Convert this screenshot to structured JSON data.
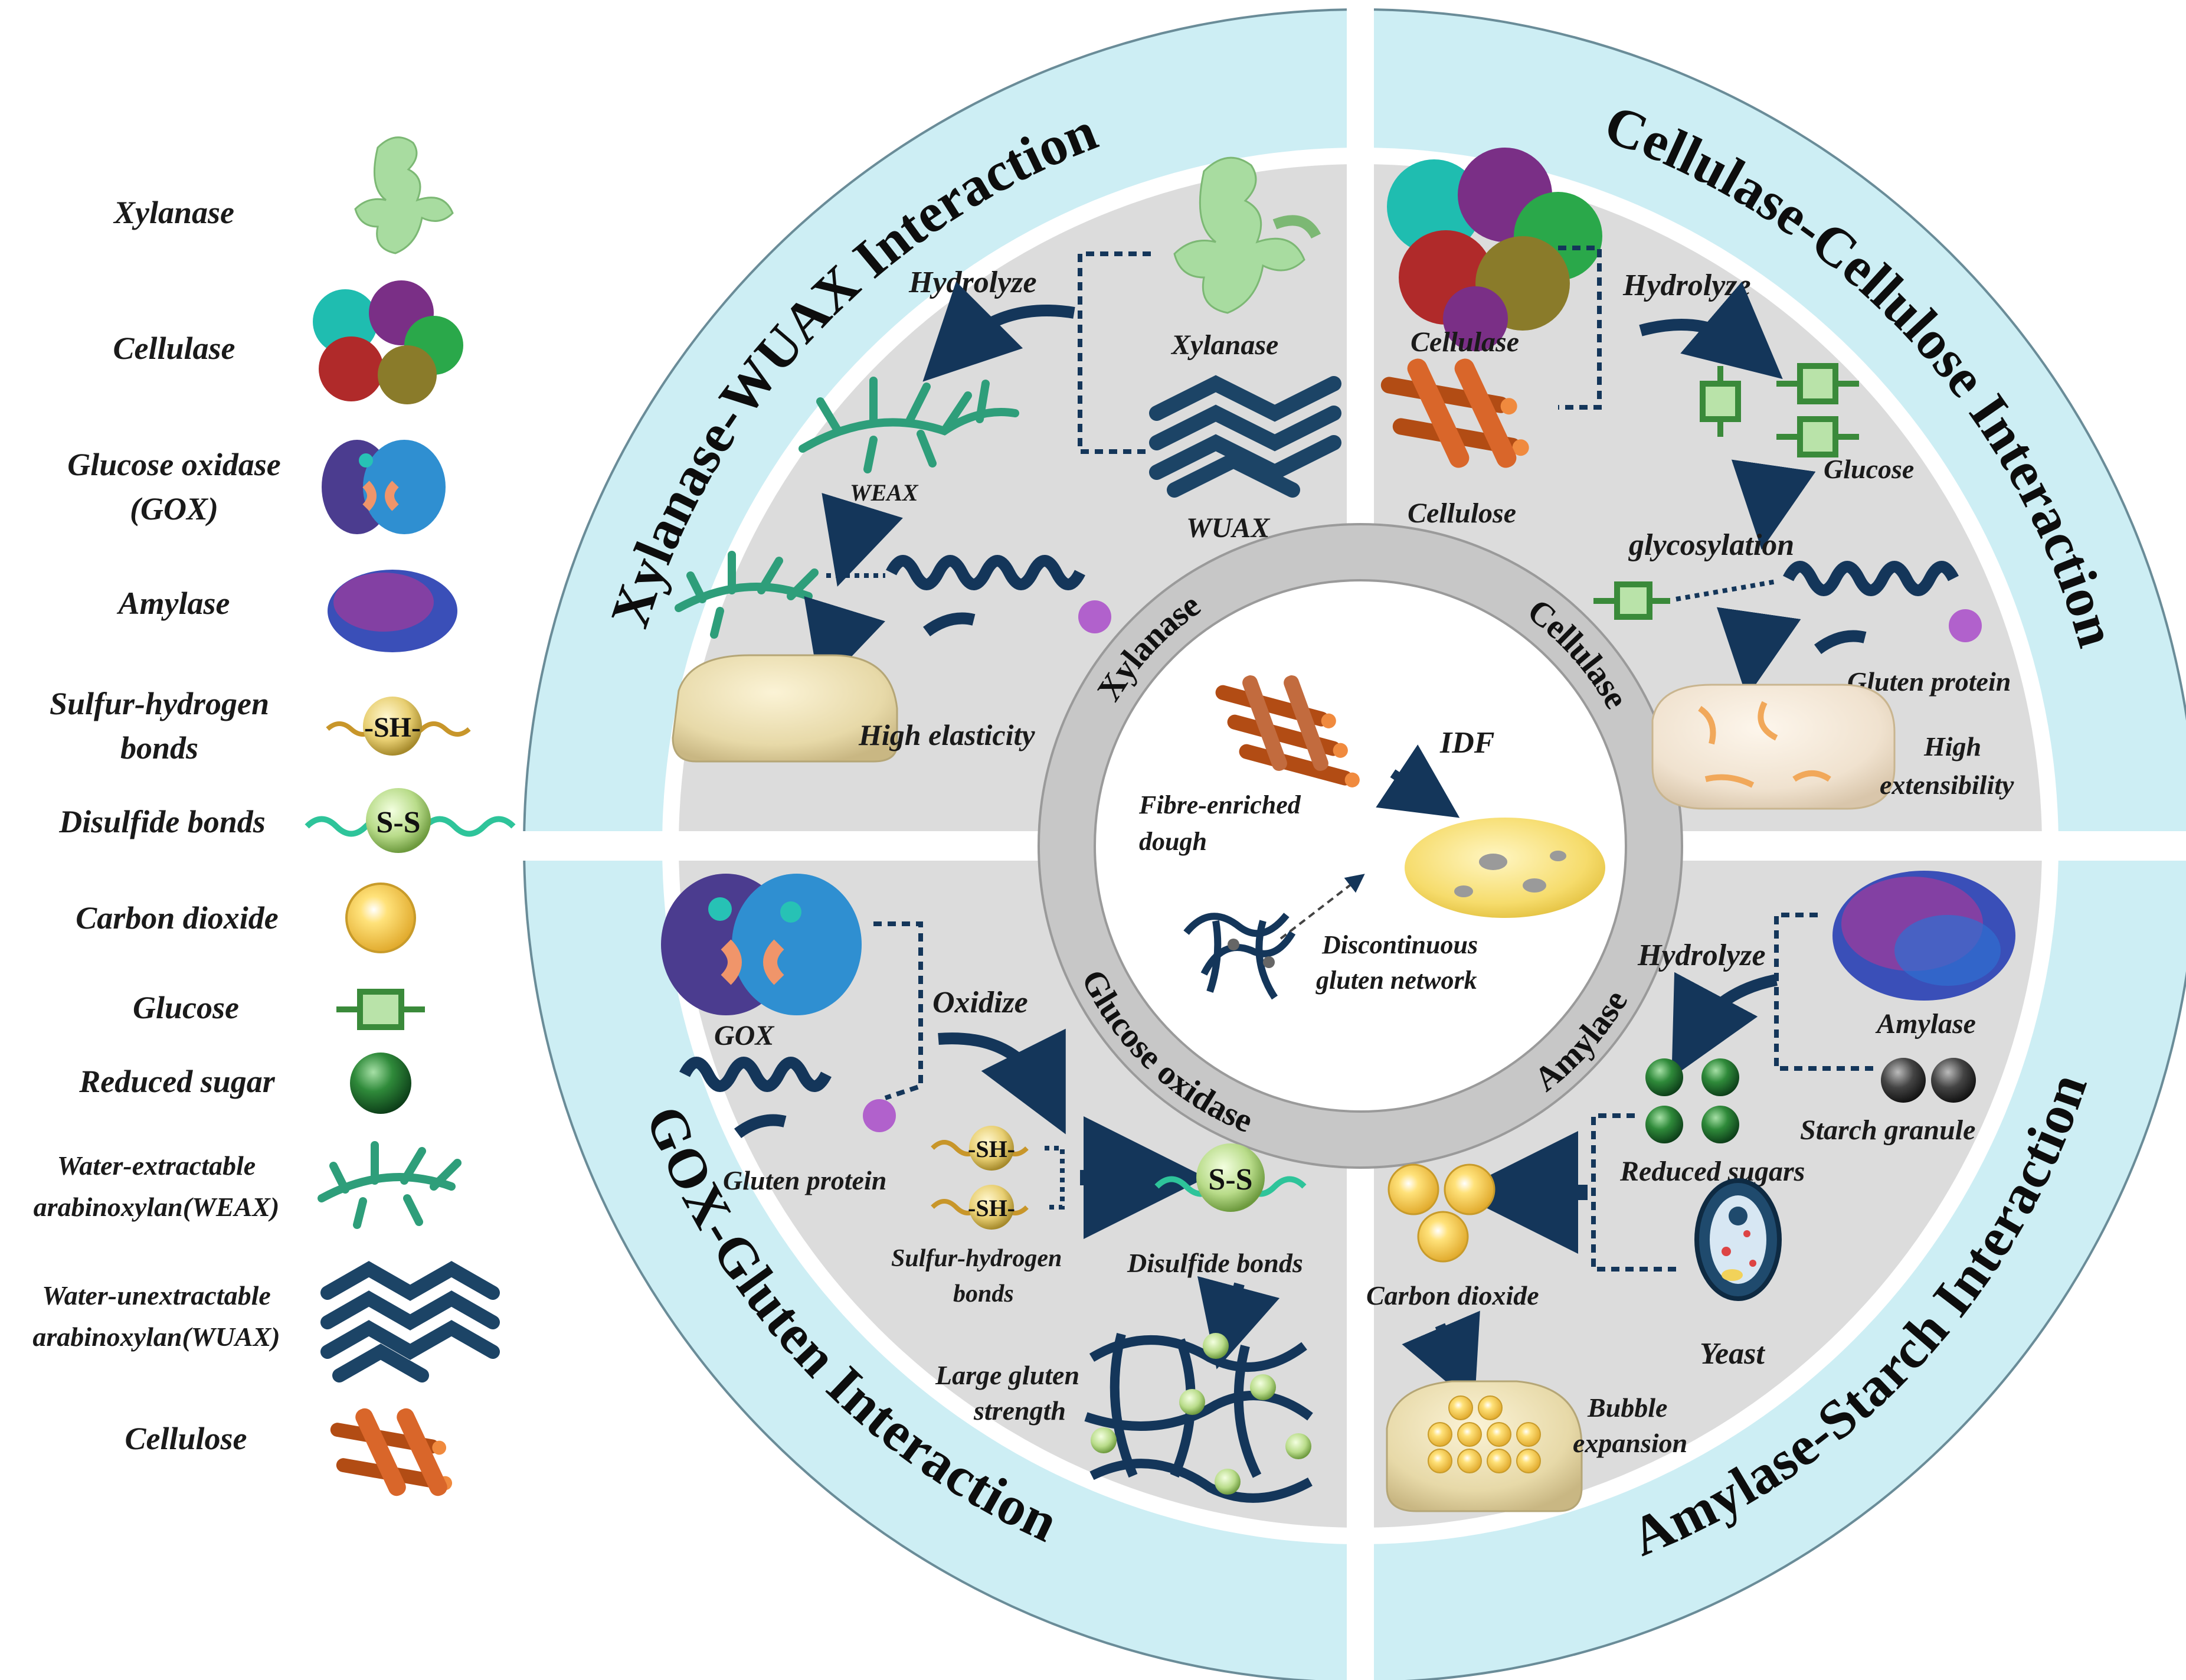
{
  "legend": [
    {
      "key": "xylanase",
      "lines": [
        "Xylanase"
      ],
      "icon": "xylanase-icon"
    },
    {
      "key": "cellulase",
      "lines": [
        "Cellulase"
      ],
      "icon": "cellulase-icon"
    },
    {
      "key": "gox",
      "lines": [
        "Glucose oxidase",
        "(GOX)"
      ],
      "icon": "glucose-oxidase-icon"
    },
    {
      "key": "amylase",
      "lines": [
        "Amylase"
      ],
      "icon": "amylase-icon"
    },
    {
      "key": "sh",
      "lines": [
        "Sulfur-hydrogen",
        "bonds"
      ],
      "icon": "sulfur-hydrogen-bond-icon"
    },
    {
      "key": "ss",
      "lines": [
        "Disulfide bonds"
      ],
      "icon": "disulfide-bond-icon"
    },
    {
      "key": "co2",
      "lines": [
        "Carbon dioxide"
      ],
      "icon": "carbon-dioxide-icon"
    },
    {
      "key": "glucose",
      "lines": [
        "Glucose"
      ],
      "icon": "glucose-icon"
    },
    {
      "key": "reduced",
      "lines": [
        "Reduced sugar"
      ],
      "icon": "reduced-sugar-icon"
    },
    {
      "key": "weax",
      "lines": [
        "Water-extractable",
        "arabinoxylan(WEAX)"
      ],
      "icon": "weax-icon"
    },
    {
      "key": "wuax",
      "lines": [
        "Water-unextractable",
        "arabinoxylan(WUAX)"
      ],
      "icon": "wuax-icon"
    },
    {
      "key": "cellulose",
      "lines": [
        "Cellulose"
      ],
      "icon": "cellulose-icon"
    }
  ],
  "bond_labels": {
    "sh": "-SH-",
    "ss": "S-S"
  },
  "quadrant_titles": {
    "top_left": "Xylanase-WUAX Interaction",
    "top_right": "Cellulase-Cellulose Interaction",
    "bottom_left": "GOX-Gluten Interaction",
    "bottom_right": "Amylase-Starch Interaction"
  },
  "top_left": {
    "hydrolyze": "Hydrolyze",
    "xylanase": "Xylanase",
    "weax": "WEAX",
    "wuax": "WUAX",
    "high_elasticity": "High elasticity"
  },
  "top_right": {
    "cellulase": "Cellulase",
    "cellulose": "Cellulose",
    "hydrolyze": "Hydrolyze",
    "glucose": "Glucose",
    "glycosylation": "glycosylation",
    "gluten_protein": "Gluten protein",
    "high_extensibility_1": "High",
    "high_extensibility_2": "extensibility"
  },
  "bottom_left": {
    "gox": "GOX",
    "oxidize": "Oxidize",
    "gluten_protein": "Gluten protein",
    "sh_label_1": "Sulfur-hydrogen",
    "sh_label_2": "bonds",
    "disulfide_bonds": "Disulfide bonds",
    "large_gluten_1": "Large gluten",
    "large_gluten_2": "strength"
  },
  "bottom_right": {
    "hydrolyze": "Hydrolyze",
    "amylase": "Amylase",
    "starch_granule": "Starch granule",
    "reduced_sugars": "Reduced sugars",
    "carbon_dioxide": "Carbon dioxide",
    "yeast": "Yeast",
    "bubble_1": "Bubble",
    "bubble_2": "expansion"
  },
  "ring_words": {
    "xylanase": "Xylanase",
    "cellulase": "Cellulase",
    "glucose_oxidase": "Glucose oxidase",
    "amylase": "Amylase"
  },
  "center": {
    "idf": "IDF",
    "fibre_1": "Fibre-enriched",
    "fibre_2": "dough",
    "discont_1": "Discontinuous",
    "discont_2": "gluten network"
  },
  "colors": {
    "outer_band": "#cdeef4",
    "quadrant_bg": "#dedede",
    "ring_gray": "#c9c9c9",
    "navy": "#14365a",
    "green": "#4aa84a",
    "xylanase_green": "#a8dca0",
    "cellulose_orange": "#d9662a",
    "weax_teal": "#2e9e7a",
    "wuax_dark": "#1c4466"
  }
}
